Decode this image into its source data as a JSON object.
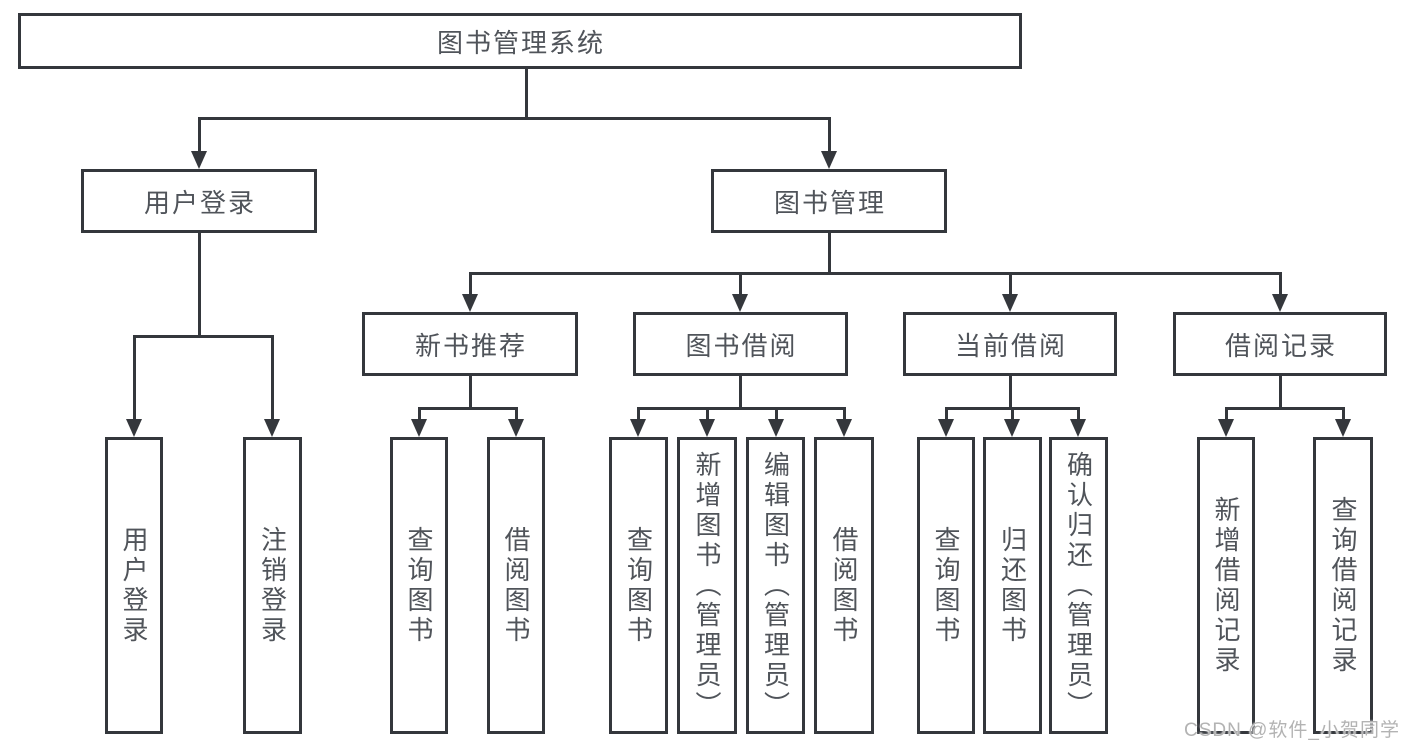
{
  "diagram_title": "图书管理系统",
  "watermark": "CSDN @软件_小贺同学",
  "tree": {
    "root": {
      "label": "图书管理系统"
    },
    "branches": [
      {
        "label": "用户登录",
        "children": [
          {
            "label": "用户登录"
          },
          {
            "label": "注销登录"
          }
        ]
      },
      {
        "label": "图书管理",
        "groups": [
          {
            "label": "新书推荐",
            "children": [
              {
                "label": "查询图书"
              },
              {
                "label": "借阅图书"
              }
            ]
          },
          {
            "label": "图书借阅",
            "children": [
              {
                "label": "查询图书"
              },
              {
                "label": "新增图书（管理员）"
              },
              {
                "label": "编辑图书（管理员）"
              },
              {
                "label": "借阅图书"
              }
            ]
          },
          {
            "label": "当前借阅",
            "children": [
              {
                "label": "查询图书"
              },
              {
                "label": "归还图书"
              },
              {
                "label": "确认归还（管理员）"
              }
            ]
          },
          {
            "label": "借阅记录",
            "children": [
              {
                "label": "新增借阅记录"
              },
              {
                "label": "查询借阅记录"
              }
            ]
          }
        ]
      }
    ]
  },
  "colors": {
    "line": "#34373c",
    "text": "#50545a",
    "watermark": "#b3b3b3",
    "background": "#ffffff"
  }
}
